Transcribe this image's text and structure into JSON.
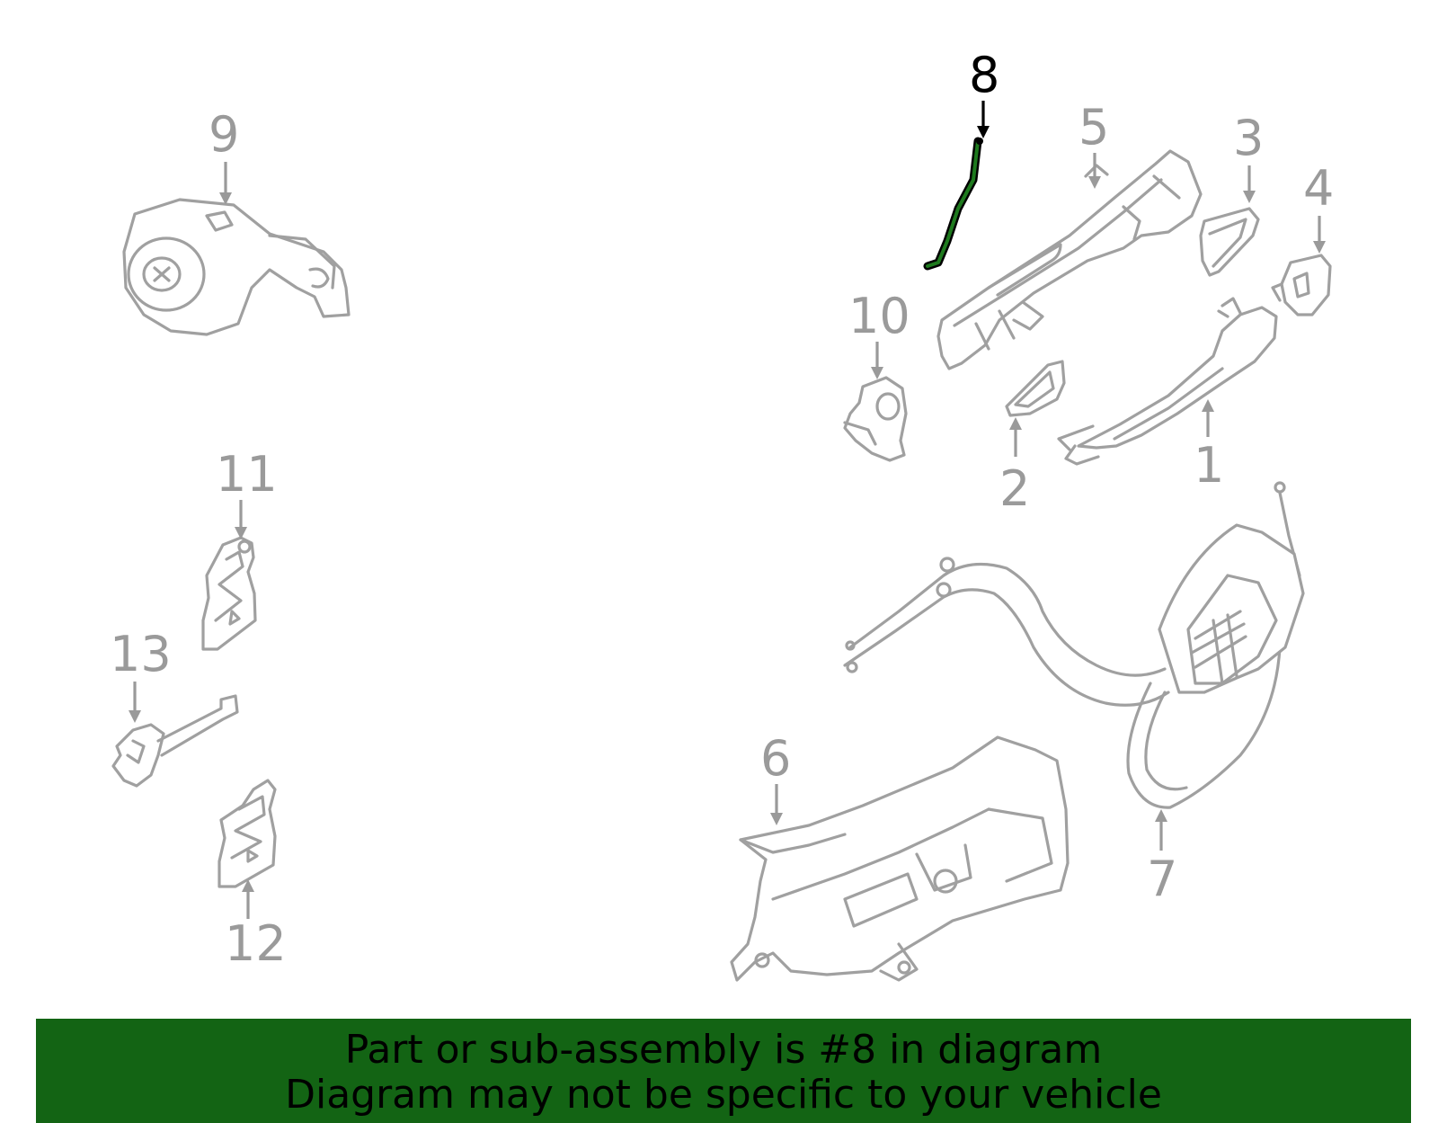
{
  "diagram": {
    "highlighted_part": "8",
    "highlight_color": "#136414",
    "callouts": [
      "1",
      "2",
      "3",
      "4",
      "5",
      "6",
      "7",
      "8",
      "9",
      "10",
      "11",
      "12",
      "13"
    ]
  },
  "banner": {
    "line1": "Part or sub-assembly is #8 in diagram",
    "line2": "Diagram may not be specific to your vehicle",
    "background_color": "#136414"
  }
}
